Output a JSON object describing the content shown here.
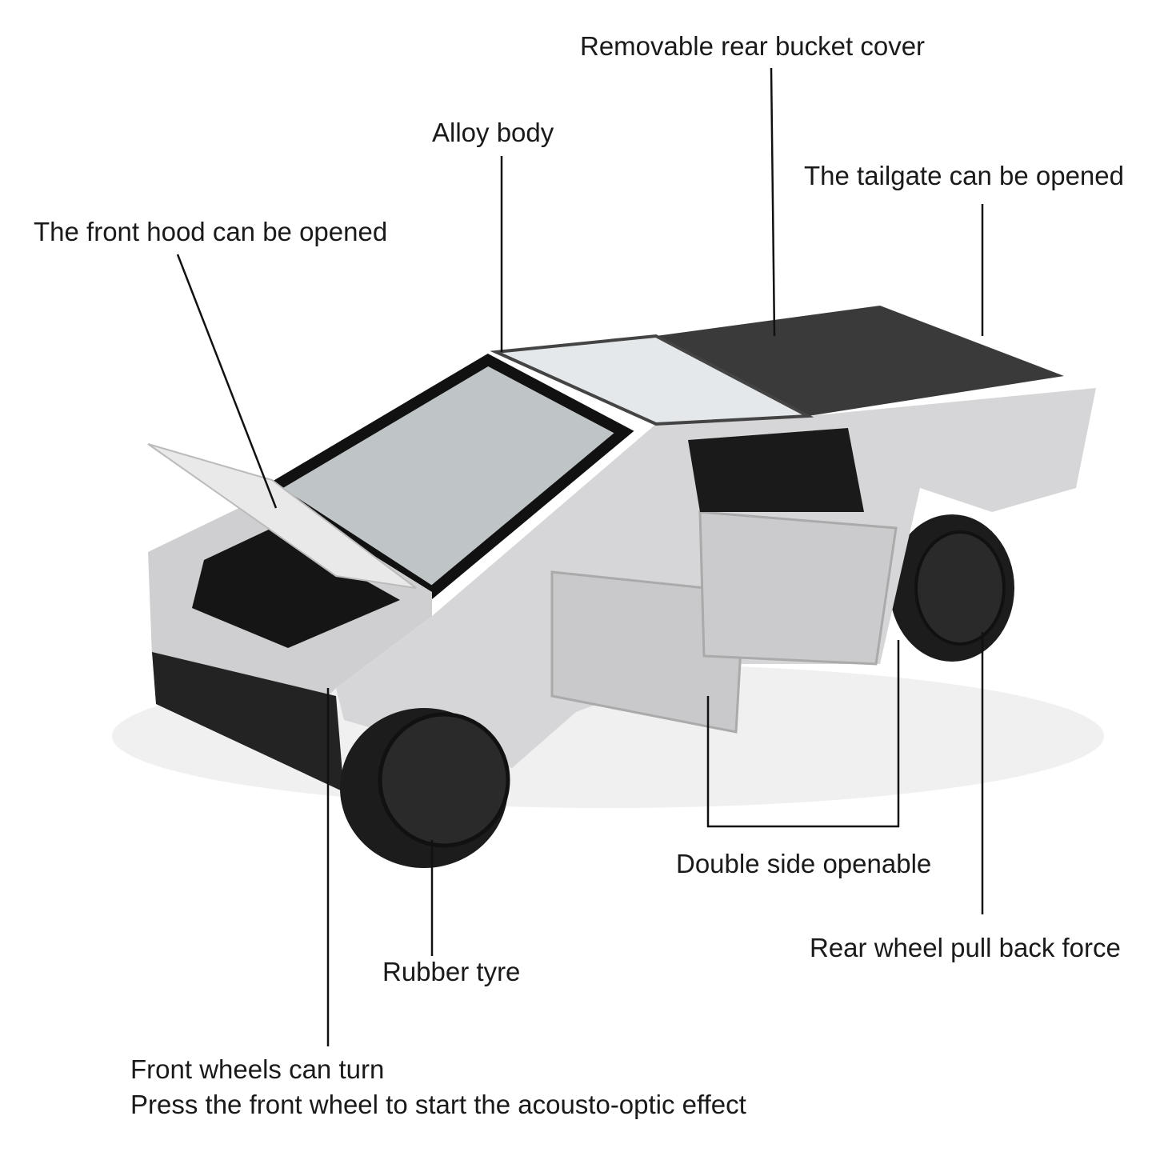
{
  "labels": {
    "rear_bucket_cover": "Removable rear bucket cover",
    "alloy_body": "Alloy body",
    "tailgate": "The tailgate can be opened",
    "front_hood": "The front hood can be opened",
    "double_side": "Double side openable",
    "rear_wheel": "Rear wheel pull back force",
    "rubber_tyre": "Rubber tyre",
    "front_wheels_line1": "Front wheels can turn",
    "front_wheels_line2": "Press the front wheel to start the acousto-optic effect"
  },
  "colors": {
    "body": "#d9d9db",
    "body_dark": "#b9babd",
    "tyre": "#1c1c1c",
    "glass": "#cfd3d6",
    "line": "#111111"
  }
}
